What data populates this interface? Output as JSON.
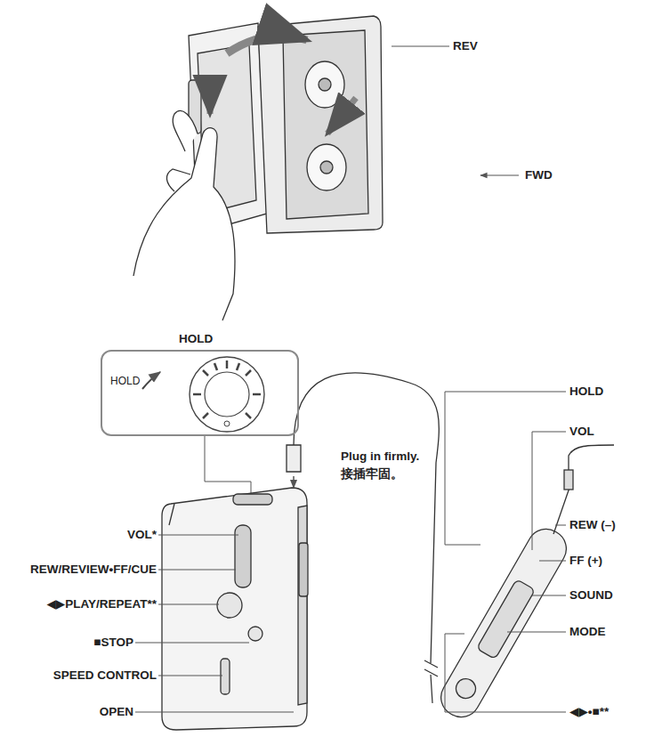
{
  "diagram": {
    "nodes": [
      {
        "text": [
          "HOLD",
          "HOLD"
        ]
      }
    ],
    "labels": [
      "REV",
      "FWD",
      "Plug in firmly.",
      "接插牢固。",
      "HOLD",
      "VOL",
      "VOL*",
      "REW (–)",
      "REW/REVIEW•FF/CUE",
      "FF (+)",
      "◀▶PLAY/REPEAT**",
      "SOUND",
      "■STOP",
      "MODE",
      "SPEED CONTROL",
      "OPEN",
      "◀▶•■**"
    ]
  }
}
